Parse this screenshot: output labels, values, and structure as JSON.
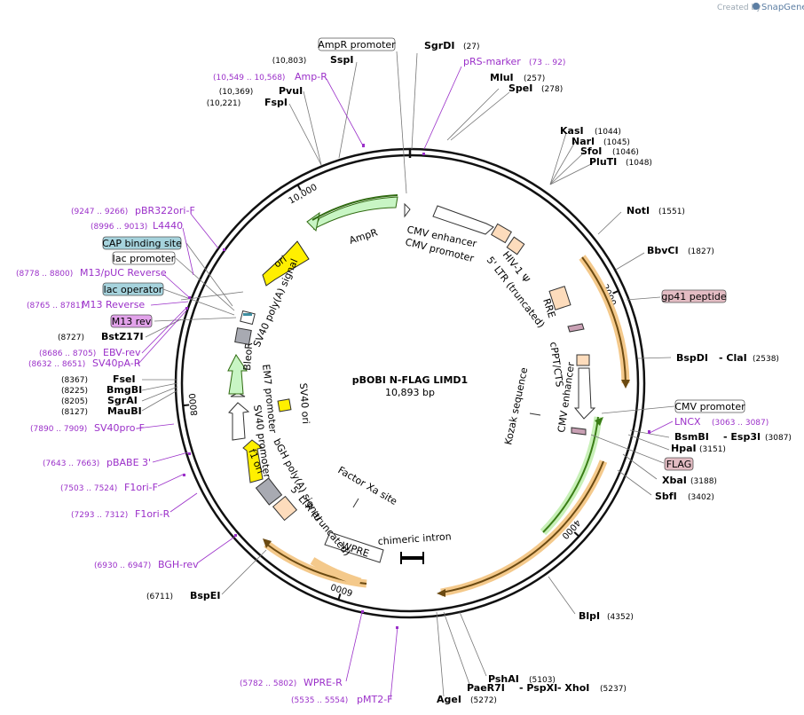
{
  "credit": {
    "prefix": "Created by",
    "brand": "SnapGene"
  },
  "plasmid": {
    "name": "pBOBI N-FLAG LIMD1",
    "size_label": "10,893 bp",
    "length": 10893
  },
  "colors": {
    "feature_fill": "#ffffff",
    "primer": "#9b30c9",
    "orange": "#e8a33a",
    "green": "#4d9c27",
    "yellow": "#ffef00",
    "peach": "#fddcbc"
  },
  "ticks": [
    {
      "pos": 2000,
      "label": "2000"
    },
    {
      "pos": 4000,
      "label": "4000"
    },
    {
      "pos": 6000,
      "label": "6000"
    },
    {
      "pos": 8000,
      "label": "8000"
    },
    {
      "pos": 10000,
      "label": "10,000"
    }
  ],
  "sites": [
    {
      "name": "SgrDI",
      "pos": "(27)"
    },
    {
      "name": "MluI",
      "pos": "(257)"
    },
    {
      "name": "SpeI",
      "pos": "(278)"
    },
    {
      "name": "KasI",
      "pos": "(1044)"
    },
    {
      "name": "NarI",
      "pos": "(1045)"
    },
    {
      "name": "SfoI",
      "pos": "(1046)"
    },
    {
      "name": "PluTI",
      "pos": "(1048)"
    },
    {
      "name": "NotI",
      "pos": "(1551)"
    },
    {
      "name": "BbvCI",
      "pos": "(1827)"
    },
    {
      "name": "BspDI",
      "pos": ""
    },
    {
      "name": "- ClaI",
      "pos": "(2538)"
    },
    {
      "name": "BsmBI",
      "pos": ""
    },
    {
      "name": "- Esp3I",
      "pos": "(3087)"
    },
    {
      "name": "HpaI",
      "pos": "(3151)"
    },
    {
      "name": "XbaI",
      "pos": "(3188)"
    },
    {
      "name": "SbfI",
      "pos": "(3402)"
    },
    {
      "name": "BlpI",
      "pos": "(4352)"
    },
    {
      "name": "PshAI",
      "pos": "(5103)"
    },
    {
      "name": "PaeR7I",
      "pos": ""
    },
    {
      "name": "- PspXI",
      "pos": ""
    },
    {
      "name": "- XhoI",
      "pos": "(5237)"
    },
    {
      "name": "AgeI",
      "pos": "(5272)"
    },
    {
      "name": "BspEI",
      "pos": "(6711)"
    },
    {
      "name": "MauBI",
      "pos": "(8127)"
    },
    {
      "name": "SgrAI",
      "pos": "(8205)"
    },
    {
      "name": "BmgBI",
      "pos": "(8225)"
    },
    {
      "name": "FseI",
      "pos": "(8367)"
    },
    {
      "name": "BstZ17I",
      "pos": "(8727)"
    },
    {
      "name": "FspI",
      "pos": "(10,221)"
    },
    {
      "name": "PvuI",
      "pos": "(10,369)"
    },
    {
      "name": "SspI",
      "pos": "(10,803)"
    }
  ],
  "primers": [
    {
      "name": "pRS-marker",
      "pos": "(73 .. 92)"
    },
    {
      "name": "Amp-R",
      "pos": "(10,549 .. 10,568)"
    },
    {
      "name": "pBR322ori-F",
      "pos": "(9247 .. 9266)"
    },
    {
      "name": "L4440",
      "pos": "(8996 .. 9013)"
    },
    {
      "name": "M13/pUC Reverse",
      "pos": "(8778 .. 8800)"
    },
    {
      "name": "M13 Reverse",
      "pos": "(8765 .. 8781)"
    },
    {
      "name": "EBV-rev",
      "pos": "(8686 .. 8705)"
    },
    {
      "name": "SV40pA-R",
      "pos": "(8632 .. 8651)"
    },
    {
      "name": "SV40pro-F",
      "pos": "(7890 .. 7909)"
    },
    {
      "name": "pBABE 3'",
      "pos": "(7643 .. 7663)"
    },
    {
      "name": "F1ori-F",
      "pos": "(7503 .. 7524)"
    },
    {
      "name": "F1ori-R",
      "pos": "(7293 .. 7312)"
    },
    {
      "name": "BGH-rev",
      "pos": "(6930 .. 6947)"
    },
    {
      "name": "WPRE-R",
      "pos": "(5782 .. 5802)"
    },
    {
      "name": "pMT2-F",
      "pos": "(5535 .. 5554)"
    },
    {
      "name": "LNCX",
      "pos": "(3063 .. 3087)"
    }
  ],
  "boxed_labels": [
    {
      "name": "AmpR promoter",
      "color": "#ffffff"
    },
    {
      "name": "CAP binding site",
      "color": "#a6d3dd"
    },
    {
      "name": "lac promoter",
      "color": "#ffffff"
    },
    {
      "name": "lac operator",
      "color": "#a6d3dd"
    },
    {
      "name": "M13 rev",
      "color": "#e2a2ea"
    },
    {
      "name": "gp41 peptide",
      "color": "#e3bcc3"
    },
    {
      "name": "CMV promoter",
      "color": "#ffffff"
    },
    {
      "name": "FLAG",
      "color": "#e3bcc3"
    }
  ],
  "features": [
    "AmpR",
    "ori",
    "CMV enhancer",
    "CMV promoter",
    "HIV-1 Ψ",
    "5' LTR (truncated)",
    "RRE",
    "cPPT/CTS",
    "CMV enhancer",
    "Kozak sequence",
    "chimeric intron",
    "WPRE",
    "Factor Xa site",
    "5' LTR (truncated)",
    "bGH poly(A) signal",
    "f1 ori",
    "SV40 promoter",
    "EM7 promoter",
    "BleoR",
    "SV40 ori",
    "SV40 poly(A) signal"
  ]
}
